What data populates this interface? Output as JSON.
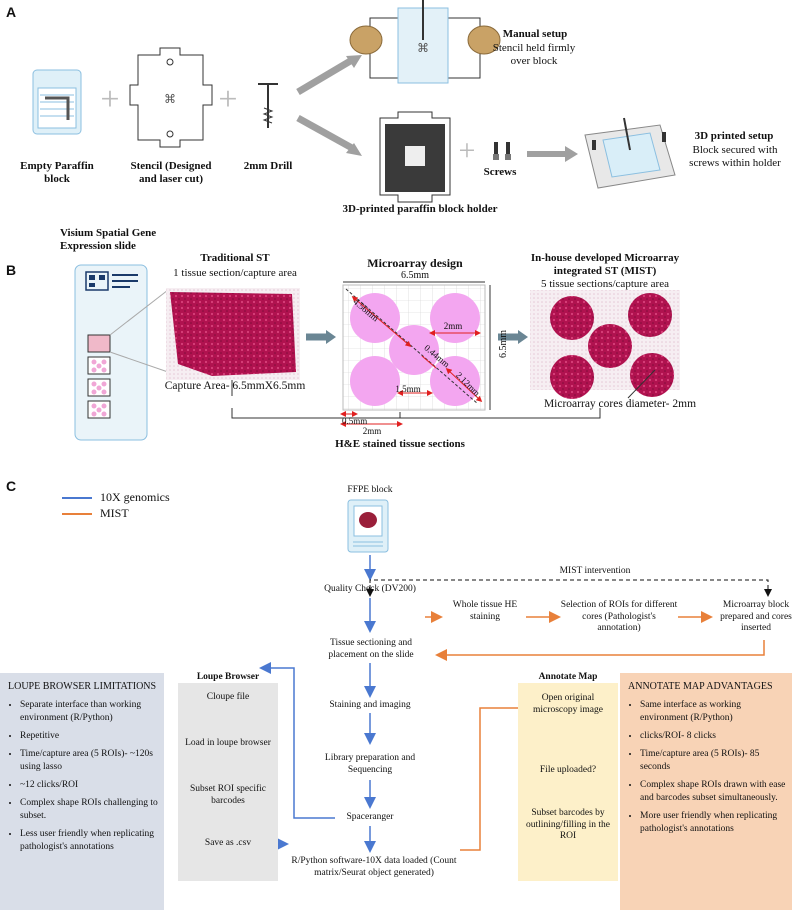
{
  "panels": {
    "a": "A",
    "b": "B",
    "c": "C"
  },
  "panel_a": {
    "empty_block": "Empty Paraffin block",
    "stencil": "Stencil (Designed and laser cut)",
    "drill": "2mm Drill",
    "holder": "3D-printed paraffin block holder",
    "screws": "Screws",
    "manual_title": "Manual setup",
    "manual_desc": "Stencil held firmly over block",
    "printed_title": "3D printed setup",
    "printed_desc": "Block secured with screws within holder"
  },
  "panel_b": {
    "slide_title": "Visium Spatial Gene Expression slide",
    "trad_title": "Traditional ST",
    "trad_sub": "1 tissue section/capture area",
    "capture_area": "Capture Area- 6.5mmX6.5mm",
    "design_title": "Microarray design",
    "dim_top": "6.5mm",
    "dim_right": "6.5mm",
    "d_456": "4.56mm",
    "d_2mm_top": "2mm",
    "d_044": "0.44mm",
    "d_15": "1.5mm",
    "d_212": "2.12mm",
    "d_05": "0.5mm",
    "d_2mm_bottom": "2mm",
    "mist_title": "In-house developed Microarray integrated ST (MIST)",
    "mist_sub": "5 tissue sections/capture area",
    "cores_diam": "Microarray cores diameter- 2mm",
    "he_label": "H&E stained tissue sections"
  },
  "panel_c": {
    "legend": [
      {
        "label": "10X genomics",
        "color": "#4a78d0"
      },
      {
        "label": "MIST",
        "color": "#e8803a"
      }
    ],
    "ffpe": "FFPE block",
    "qc": "Quality Check (DV200)",
    "mist_intervention": "MIST intervention",
    "whole_tissue": "Whole tissue HE staining",
    "roi_selection": "Selection of ROIs for different cores (Pathologist's annotation)",
    "microarray_block": "Microarray block prepared and cores inserted",
    "sectioning": "Tissue sectioning and placement on the slide",
    "staining": "Staining and imaging",
    "library": "Library preparation and Sequencing",
    "spaceranger": "Spaceranger",
    "rpython": "R/Python software-10X data loaded (Count matrix/Seurat object generated)",
    "loupe_title": "Loupe Browser",
    "loupe_steps": [
      "Cloupe file",
      "Load in loupe browser",
      "Subset ROI specific barcodes",
      "Save as .csv"
    ],
    "annotate_title": "Annotate Map",
    "annotate_steps": [
      "Open original microscopy image",
      "File uploaded?",
      "Subset barcodes by outlining/filling in the ROI"
    ],
    "limitations_title": "LOUPE BROWSER LIMITATIONS",
    "limitations": [
      "Separate interface than working environment (R/Python)",
      "Repetitive",
      "Time/capture area (5 ROIs)- ~120s using lasso",
      "~12 clicks/ROI",
      "Complex shape ROIs challenging to subset.",
      "Less user friendly when replicating pathologist's annotations"
    ],
    "advantages_title": "ANNOTATE MAP ADVANTAGES",
    "advantages": [
      "Same interface as working environment (R/Python)",
      "clicks/ROI- 8 clicks",
      "Time/capture area (5 ROIs)- 85 seconds",
      "Complex shape ROIs drawn with ease and barcodes subset simultaneously.",
      "More user friendly when replicating pathologist's annotations"
    ]
  },
  "colors": {
    "blue": "#4a78d0",
    "orange": "#e8803a",
    "tissue": "#c2185b",
    "pink_core": "#f3a6f0",
    "gray_arrow": "#9e9e9e"
  }
}
